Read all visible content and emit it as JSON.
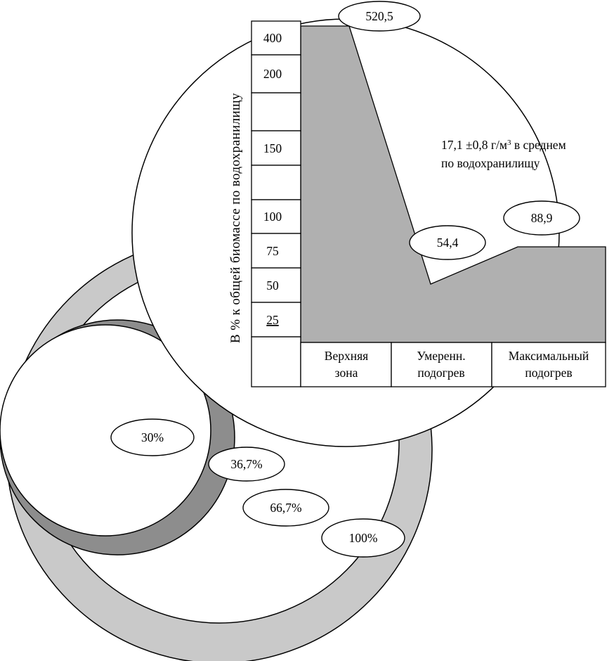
{
  "axis": {
    "ylabel": "В % к общей биомассе по водохранилищу",
    "ticks": [
      "400",
      "200",
      "150",
      "100",
      "75",
      "50",
      "25"
    ]
  },
  "categories": [
    {
      "line1": "Верхняя",
      "line2": "зона"
    },
    {
      "line1": "Умеренн.",
      "line2": "подогрев"
    },
    {
      "line1": "Максимальный",
      "line2": "подогрев"
    }
  ],
  "callouts": {
    "upper_zone_value": "520,5",
    "moderate_value": "54,4",
    "maximum_value": "88,9",
    "pct_30": "30%",
    "pct_36_7": "36,7%",
    "pct_66_7": "66,7%",
    "pct_100": "100%"
  },
  "annotation": {
    "line1_pre": "17,1 ±0,8 г/м",
    "sup": "3",
    "line1_post": " в среднем",
    "line2": "по водохранилищу"
  },
  "colors": {
    "area_fill": "#b0b0b0",
    "light_ring": "#c9c9c9",
    "dark_ring": "#8d8d8d",
    "stroke": "#000000"
  },
  "chart_data": [
    {
      "type": "area",
      "categories": [
        "Верхняя зона",
        "Умеренн. подогрев",
        "Максимальный подогрев"
      ],
      "values": [
        520.5,
        54.4,
        88.9
      ],
      "ylabel": "В % к общей биомассе по водохранилищу",
      "y_ticks": [
        400,
        200,
        150,
        100,
        75,
        50,
        25
      ],
      "annotation": "17,1 ±0,8 г/м3 в среднем по водохранилищу",
      "grid": false,
      "legend": false
    },
    {
      "type": "pie",
      "subtype": "nested-circles",
      "labels": [
        "30%",
        "36,7%",
        "66,7%",
        "100%"
      ],
      "values": [
        30,
        36.7,
        66.7,
        100
      ]
    }
  ]
}
